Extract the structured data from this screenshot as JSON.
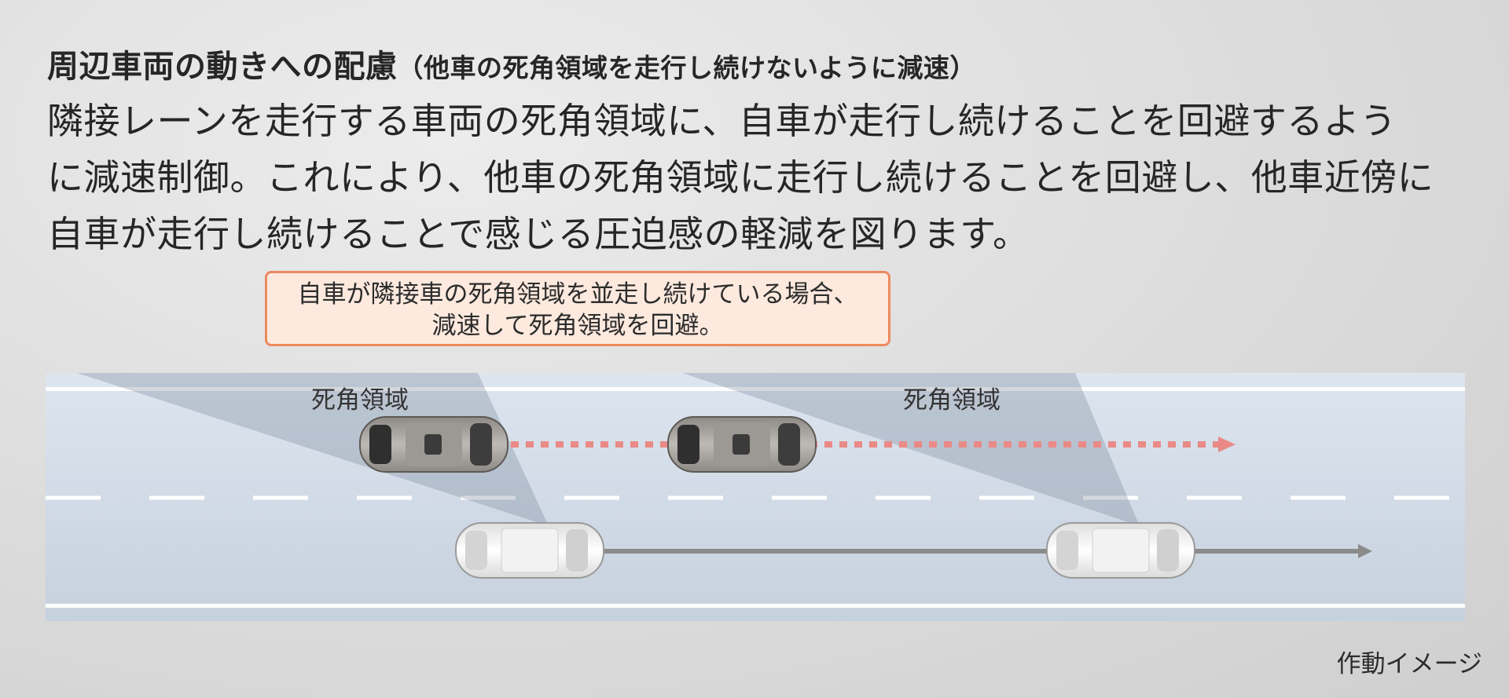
{
  "heading": {
    "title": "周辺車両の動きへの配慮",
    "subtitle": "（他車の死角領域を走行し続けないように減速）"
  },
  "description": {
    "lines": [
      "隣接レーンを走行する車両の死角領域に、自車が走行し続けることを回避するよう",
      "に減速制御。これにより、他車の死角領域に走行し続けることを回避し、他車近傍に",
      "自車が走行し続けることで感じる圧迫感の軽減を図ります。"
    ]
  },
  "callout": {
    "lines": [
      "自車が隣接車の死角領域を並走し続けている場合、",
      "減速して死角領域を回避。"
    ]
  },
  "road": {
    "blind_spot_label_1": "死角領域",
    "blind_spot_label_2": "死角領域",
    "other_car_color": "#a7a39e",
    "own_car_color": "#f4f4f4",
    "other_car_path_color": "#e98a86",
    "own_car_path_color": "#8b8b8b",
    "road_color": "#cbd6e3"
  },
  "caption": "作動イメージ",
  "colors": {
    "callout_border": "#ec8a60",
    "callout_fill": "#fde9de",
    "text": "#262626"
  }
}
